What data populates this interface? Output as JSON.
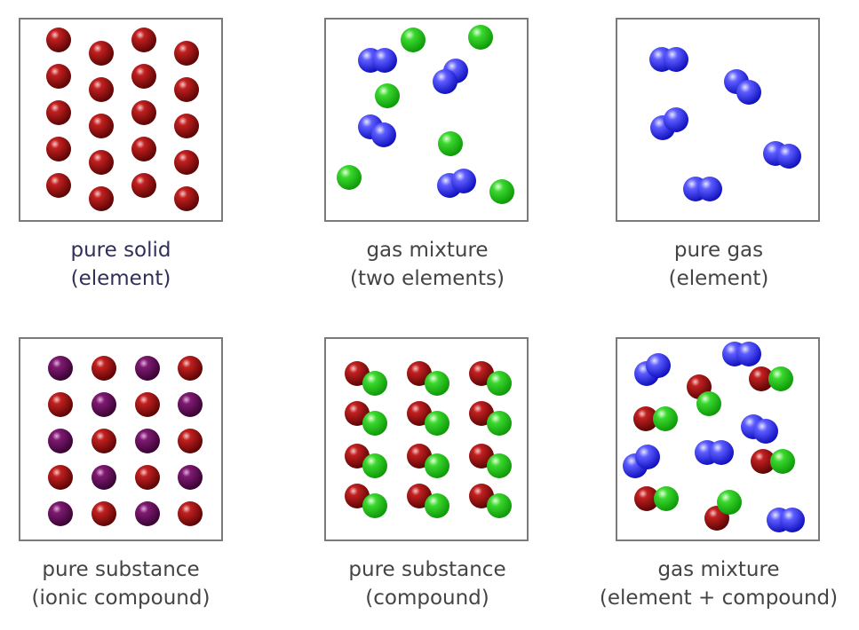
{
  "colors": {
    "red_atom": "#a01010",
    "purple_atom": "#6a0a5e",
    "blue_atom": "#3a3aff",
    "green_atom": "#22c41a",
    "caption_first": "#2f2f5a",
    "caption": "#444444"
  },
  "panels": [
    {
      "line1": "pure solid",
      "line2": "(element)"
    },
    {
      "line1": "gas mixture",
      "line2": "(two elements)"
    },
    {
      "line1": "pure gas",
      "line2": "(element)"
    },
    {
      "line1": "pure substance",
      "line2": "(ionic compound)"
    },
    {
      "line1": "pure substance",
      "line2": "(compound)"
    },
    {
      "line1": "gas mixture",
      "line2": "(element + compound)"
    }
  ]
}
